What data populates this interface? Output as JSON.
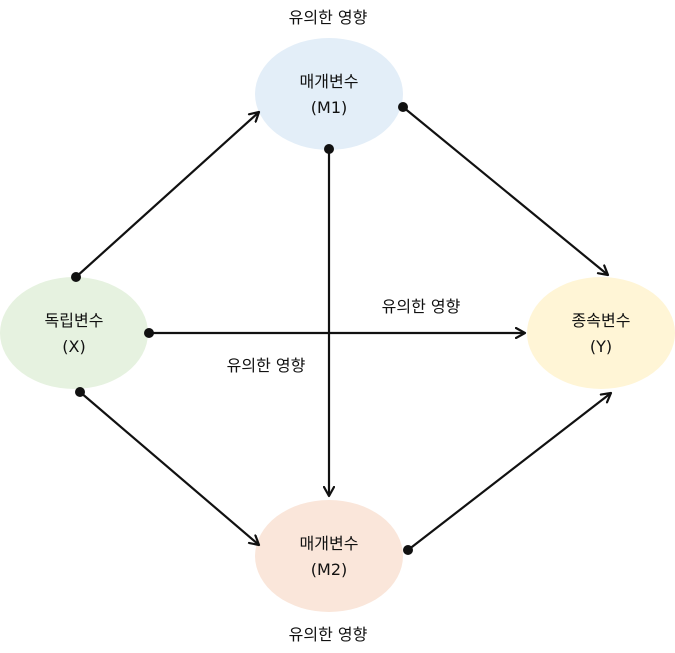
{
  "nodes": {
    "x": {
      "line1": "독립변수",
      "line2": "(X)",
      "fill": "#e6f2e0"
    },
    "m1": {
      "line1": "매개변수",
      "line2": "(M1)",
      "fill": "#e3eef8"
    },
    "m2": {
      "line1": "매개변수",
      "line2": "(M2)",
      "fill": "#fae6da"
    },
    "y": {
      "line1": "종속변수",
      "line2": "(Y)",
      "fill": "#fff5d6"
    }
  },
  "labels": {
    "top": "유의한 영향",
    "bottom": "유의한 영향",
    "direct": "유의한 영향",
    "center": "유의한 영향"
  },
  "colors": {
    "edge": "#111111"
  }
}
